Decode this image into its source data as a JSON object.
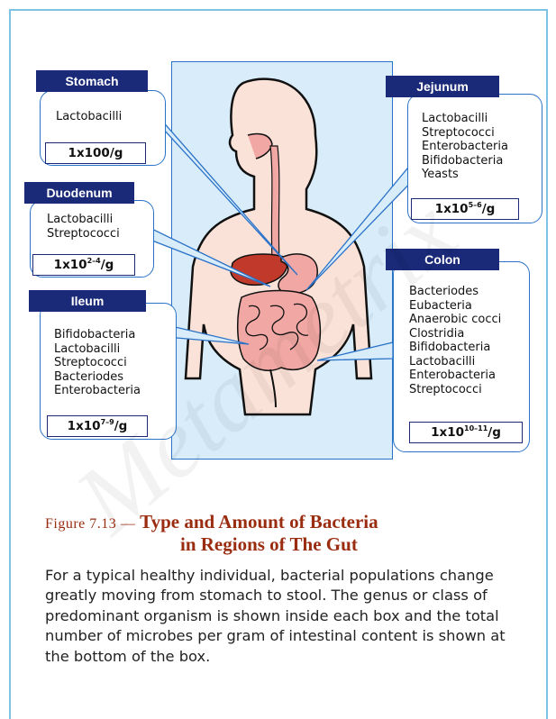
{
  "regions": [
    {
      "id": "stomach",
      "name": "Stomach",
      "organisms": [
        "Lactobacilli"
      ],
      "count": {
        "base": "1x100",
        "exp": "",
        "unit": "/g"
      }
    },
    {
      "id": "duodenum",
      "name": "Duodenum",
      "organisms": [
        "Lactobacilli",
        "Streptococci"
      ],
      "count": {
        "base": "1x10",
        "exp": "2–4",
        "unit": "/g"
      }
    },
    {
      "id": "ileum",
      "name": "Ileum",
      "organisms": [
        "Bifidobacteria",
        "Lactobacilli",
        "Streptococci",
        "Bacteriodes",
        "Enterobacteria"
      ],
      "count": {
        "base": "1x10",
        "exp": "7–9",
        "unit": "/g"
      }
    },
    {
      "id": "jejunum",
      "name": "Jejunum",
      "organisms": [
        "Lactobacilli",
        "Streptococci",
        "Enterobacteria",
        "Bifidobacteria",
        "Yeasts"
      ],
      "count": {
        "base": "1x10",
        "exp": "5–6",
        "unit": "/g"
      }
    },
    {
      "id": "colon",
      "name": "Colon",
      "organisms": [
        "Bacteriodes",
        "Eubacteria",
        "Anaerobic cocci",
        "Clostridia",
        "Bifidobacteria",
        "Lactobacilli",
        "Enterobacteria",
        "Streptococci"
      ],
      "count": {
        "base": "1x10",
        "exp": "10–11",
        "unit": "/g"
      }
    }
  ],
  "caption": {
    "label": "Figure 7.13 —",
    "title_line1": "Type and Amount of Bacteria",
    "title_line2": "in Regions of The Gut",
    "body": "For a typical healthy individual, bacterial populations change greatly moving from stomach to stool. The genus or class of predominant organism is shown inside each box and the total number of microbes per gram of intestinal content is shown at the bottom of the box."
  },
  "watermark": "Metametrix",
  "colors": {
    "frame": "#7ec3e6",
    "panel": "#d8ecfa",
    "header": "#1a2a78",
    "box_border": "#2a72c8",
    "caption_title": "#9a2c10",
    "skin": "#fbe2d9",
    "organ_pink": "#f1a8a4",
    "liver": "#c0392b"
  }
}
